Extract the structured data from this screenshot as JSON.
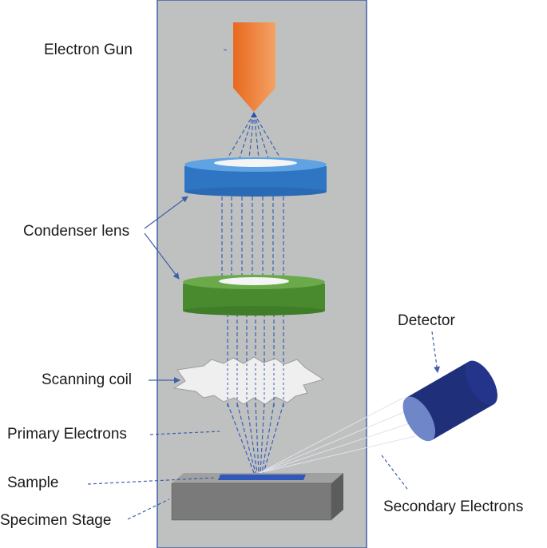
{
  "labels": {
    "electron_gun": "Electron Gun",
    "condenser_lens": "Condenser lens",
    "scanning_coil": "Scanning coil",
    "primary_electrons": "Primary Electrons",
    "sample": "Sample",
    "specimen_stage": "Specimen Stage",
    "detector": "Detector",
    "secondary_electrons": "Secondary Electrons"
  },
  "colors": {
    "column_fill": "#bfc1c0",
    "column_border": "#3f5fa8",
    "electron_gun": "#ed7d31",
    "upper_lens": "#2e75c4",
    "lower_lens": "#4a8a2f",
    "scanning_coil": "#efefef",
    "beam_lines": "#3a5fb8",
    "detector": "#1f2f7a",
    "sample": "#3058b8",
    "stage": "#7a7a7a"
  }
}
